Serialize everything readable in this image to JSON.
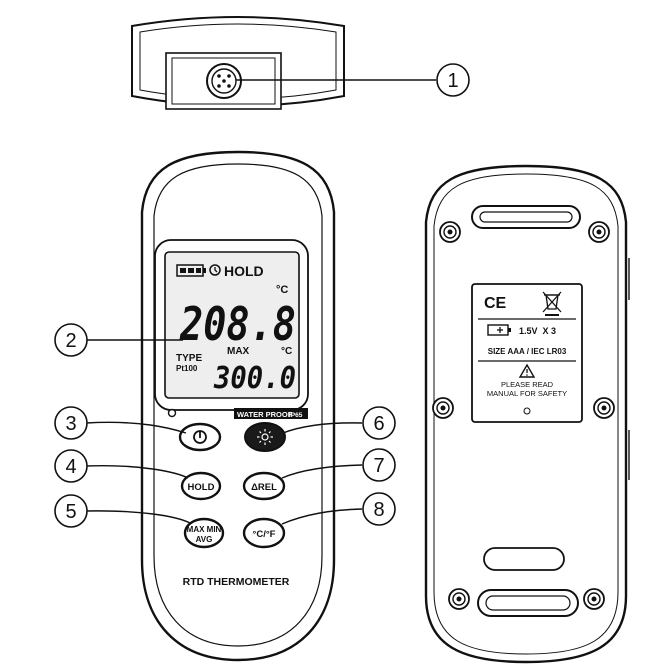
{
  "lcd": {
    "hold": "HOLD",
    "unit_top": "°C",
    "main_value": "208.8",
    "max": "MAX",
    "unit_bottom": "°C",
    "type": "TYPE",
    "probe": "Pt100",
    "max_value": "300.0"
  },
  "waterproof": "WATER PROOF",
  "waterproof_rating": "IP65",
  "buttons": {
    "hold": "HOLD",
    "rel": "ΔREL",
    "maxmin_line1": "MAX MIN",
    "maxmin_line2": "AVG",
    "unit_toggle": "°C/°F"
  },
  "model_label": "RTD THERMOMETER",
  "battery_label": {
    "ce": "CE",
    "battery_spec": "1.5V  X 3",
    "size": "SIZE AAA / IEC LR03",
    "warning_line1": "PLEASE READ",
    "warning_line2": "MANUAL FOR SAFETY"
  },
  "callouts": [
    "1",
    "2",
    "3",
    "4",
    "5",
    "6",
    "7",
    "8"
  ]
}
